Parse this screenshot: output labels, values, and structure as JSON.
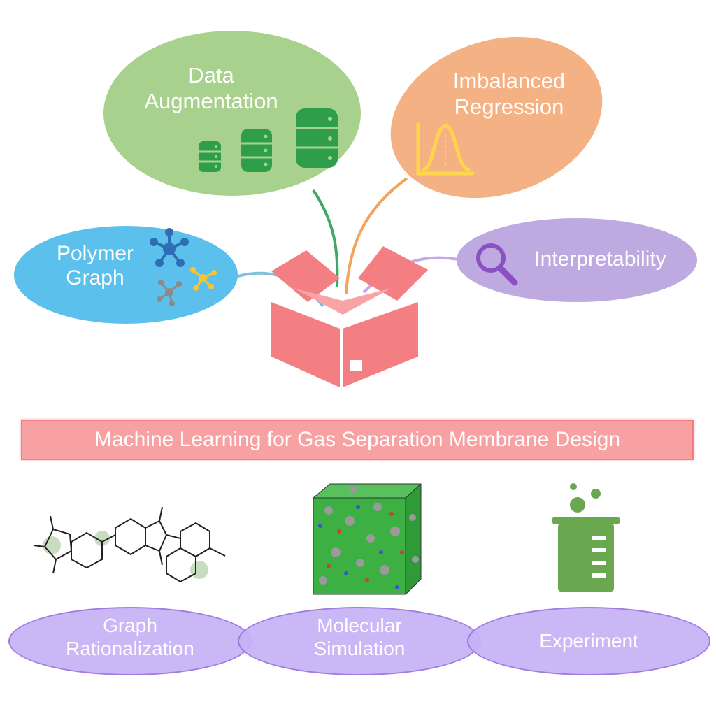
{
  "colors": {
    "green_bubble": "#a9d18e",
    "orange_bubble": "#f4b183",
    "blue_bubble": "#5bc0eb",
    "purple_bubble": "#bea9e0",
    "box": "#f37f82",
    "banner": "#f7a1a3",
    "bottom_oval": "#c5b3f5",
    "database_green": "#2e9e4a",
    "beaker_green": "#6aa84f",
    "curve_yellow": "#ffd54a",
    "magnifier_purple": "#8a52c0"
  },
  "bubbles": {
    "data_augmentation": {
      "line1": "Data",
      "line2": "Augmentation",
      "icon": "database-stack-icon"
    },
    "imbalanced_regression": {
      "line1": "Imbalanced",
      "line2": "Regression",
      "icon": "distribution-curve-icon"
    },
    "polymer_graph": {
      "line1": "Polymer",
      "line2": "Graph",
      "icon": "molecule-graph-icon"
    },
    "interpretability": {
      "label": "Interpretability",
      "icon": "magnifier-icon"
    }
  },
  "center_icon": "open-box-icon",
  "banner": {
    "title": "Machine Learning for Gas Separation Membrane Design"
  },
  "bottom": {
    "graph_rationalization": {
      "line1": "Graph",
      "line2": "Rationalization",
      "icon": "polymer-structure-icon"
    },
    "molecular_simulation": {
      "line1": "Molecular",
      "line2": "Simulation",
      "icon": "simulation-cube-icon"
    },
    "experiment": {
      "label": "Experiment",
      "icon": "beaker-icon"
    }
  }
}
